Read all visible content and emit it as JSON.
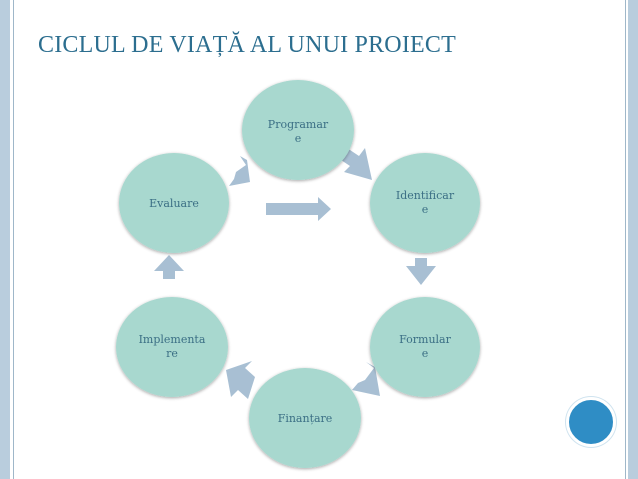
{
  "slide": {
    "title": "CICLUL DE VIAȚĂ AL UNUI PROIECT"
  },
  "diagram": {
    "nodes": [
      {
        "id": "programare",
        "lines": [
          "Programar",
          "e"
        ]
      },
      {
        "id": "identificare",
        "lines": [
          "Identificar",
          "e"
        ]
      },
      {
        "id": "formulare",
        "lines": [
          "Formular",
          "e"
        ]
      },
      {
        "id": "finantare",
        "lines": [
          "Finanțare"
        ]
      },
      {
        "id": "implementare",
        "lines": [
          "Implementa",
          "re"
        ]
      },
      {
        "id": "evaluare",
        "lines": [
          "Evaluare"
        ]
      }
    ]
  },
  "colors": {
    "node_fill": "#a8d8cf",
    "arrow_fill": "#a8bfd3",
    "title": "#2c6e8f",
    "badge": "#2f8dc5"
  }
}
